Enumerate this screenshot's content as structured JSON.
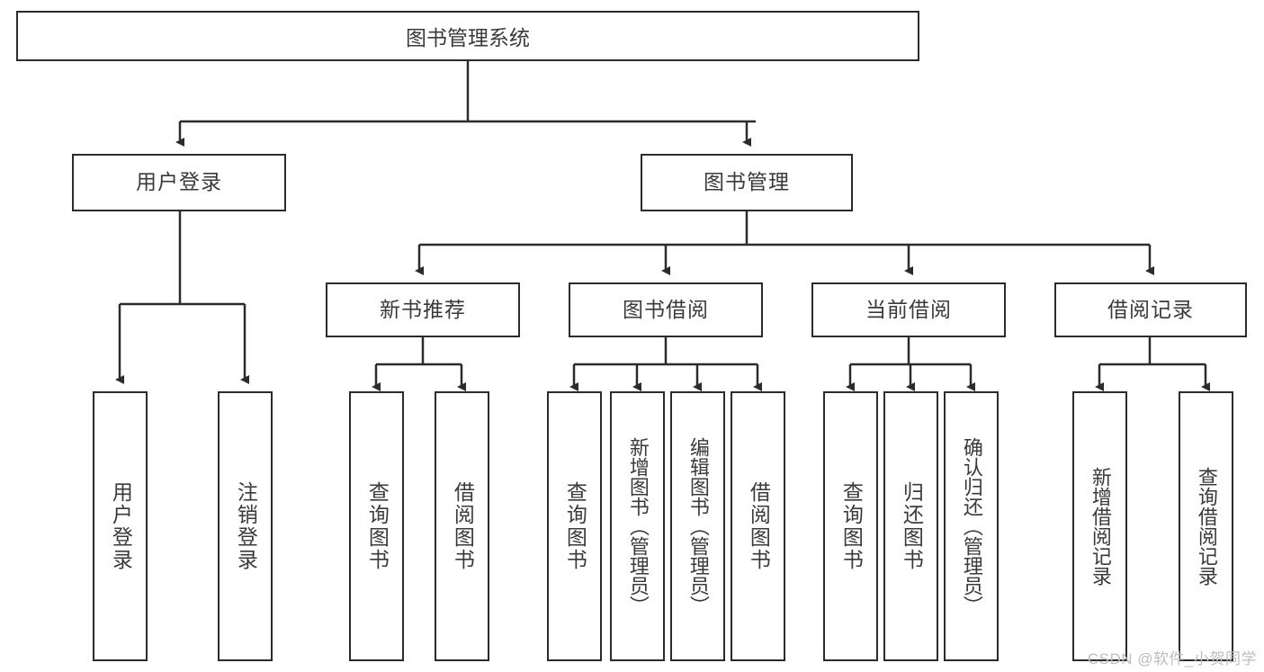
{
  "diagram": {
    "type": "tree",
    "root": {
      "label": "图书管理系统"
    },
    "level2": [
      {
        "label": "用户登录"
      },
      {
        "label": "图书管理"
      }
    ],
    "level3": [
      {
        "label": "新书推荐"
      },
      {
        "label": "图书借阅"
      },
      {
        "label": "当前借阅"
      },
      {
        "label": "借阅记录"
      }
    ],
    "leaves": {
      "user_login": [
        {
          "label": "用户登录"
        },
        {
          "label": "注销登录"
        }
      ],
      "new_book_recommend": [
        {
          "label": "查询图书"
        },
        {
          "label": "借阅图书"
        }
      ],
      "book_borrow": [
        {
          "label": "查询图书"
        },
        {
          "label": "新增图书（管理员）"
        },
        {
          "label": "编辑图书（管理员）"
        },
        {
          "label": "借阅图书"
        }
      ],
      "current_borrow": [
        {
          "label": "查询图书"
        },
        {
          "label": "归还图书"
        },
        {
          "label": "确认归还（管理员）"
        }
      ],
      "borrow_records": [
        {
          "label": "新增借阅记录"
        },
        {
          "label": "查询借阅记录"
        }
      ]
    }
  },
  "watermark": {
    "text": "CSDN @软件_小贺同学"
  },
  "colors": {
    "stroke": "#2b2b2b",
    "text": "#3a3a3a",
    "background": "#ffffff",
    "watermark": "#bdbdbd"
  }
}
